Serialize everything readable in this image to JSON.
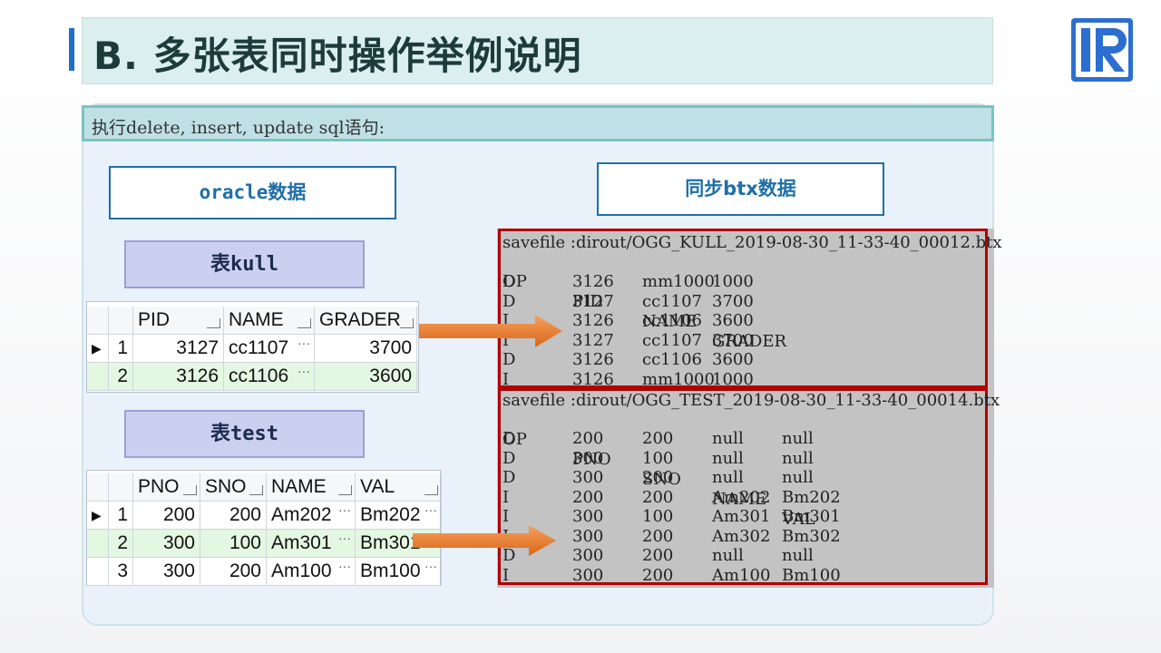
{
  "title": "B. 多张表同时操作举例说明",
  "subtitle": "执行delete, insert, update sql语句:",
  "left_header": "oracle数据",
  "right_header": "同步btx数据",
  "colors": {
    "accent": "#1f6fc6",
    "console_border": "#b00000",
    "arrow": "#ed7d31"
  },
  "table_kull": {
    "label": "表kull",
    "columns": [
      "PID",
      "NAME",
      "GRADER"
    ],
    "rows": [
      {
        "n": "1",
        "pid": "3127",
        "name": "cc1107",
        "grader": "3700"
      },
      {
        "n": "2",
        "pid": "3126",
        "name": "cc1106",
        "grader": "3600"
      }
    ]
  },
  "table_test": {
    "label": "表test",
    "columns": [
      "PNO",
      "SNO",
      "NAME",
      "VAL"
    ],
    "rows": [
      {
        "n": "1",
        "pno": "200",
        "sno": "200",
        "name": "Am202",
        "val": "Bm202"
      },
      {
        "n": "2",
        "pno": "300",
        "sno": "100",
        "name": "Am301",
        "val": "Bm301"
      },
      {
        "n": "3",
        "pno": "300",
        "sno": "200",
        "name": "Am100",
        "val": "Bm100"
      }
    ]
  },
  "console_kull": {
    "path": "savefile :dirout/OGG_KULL_2019-08-30_11-33-40_00012.btx",
    "header": [
      "OP",
      "PID",
      "NAME",
      "GRADER"
    ],
    "rows": [
      [
        "D",
        "3126",
        "mm1000",
        "1000"
      ],
      [
        "D",
        "3127",
        "cc1107",
        "3700"
      ],
      [
        "I",
        "3126",
        "cc1106",
        "3600"
      ],
      [
        "I",
        "3127",
        "cc1107",
        "3700"
      ],
      [
        "D",
        "3126",
        "cc1106",
        "3600"
      ],
      [
        "I",
        "3126",
        "mm1000",
        "1000"
      ]
    ]
  },
  "console_test": {
    "path": "savefile :dirout/OGG_TEST_2019-08-30_11-33-40_00014.btx",
    "header": [
      "OP",
      "PNO",
      "SNO",
      "NAME",
      "VAL"
    ],
    "rows": [
      [
        "D",
        "200",
        "200",
        "null",
        "null"
      ],
      [
        "D",
        "300",
        "100",
        "null",
        "null"
      ],
      [
        "D",
        "300",
        "200",
        "null",
        "null"
      ],
      [
        "I",
        "200",
        "200",
        "Am202",
        "Bm202"
      ],
      [
        "I",
        "300",
        "100",
        "Am301",
        "Bm301"
      ],
      [
        "I",
        "300",
        "200",
        "Am302",
        "Bm302"
      ],
      [
        "D",
        "300",
        "200",
        "null",
        "null"
      ],
      [
        "I",
        "300",
        "200",
        "Am100",
        "Bm100"
      ]
    ]
  }
}
